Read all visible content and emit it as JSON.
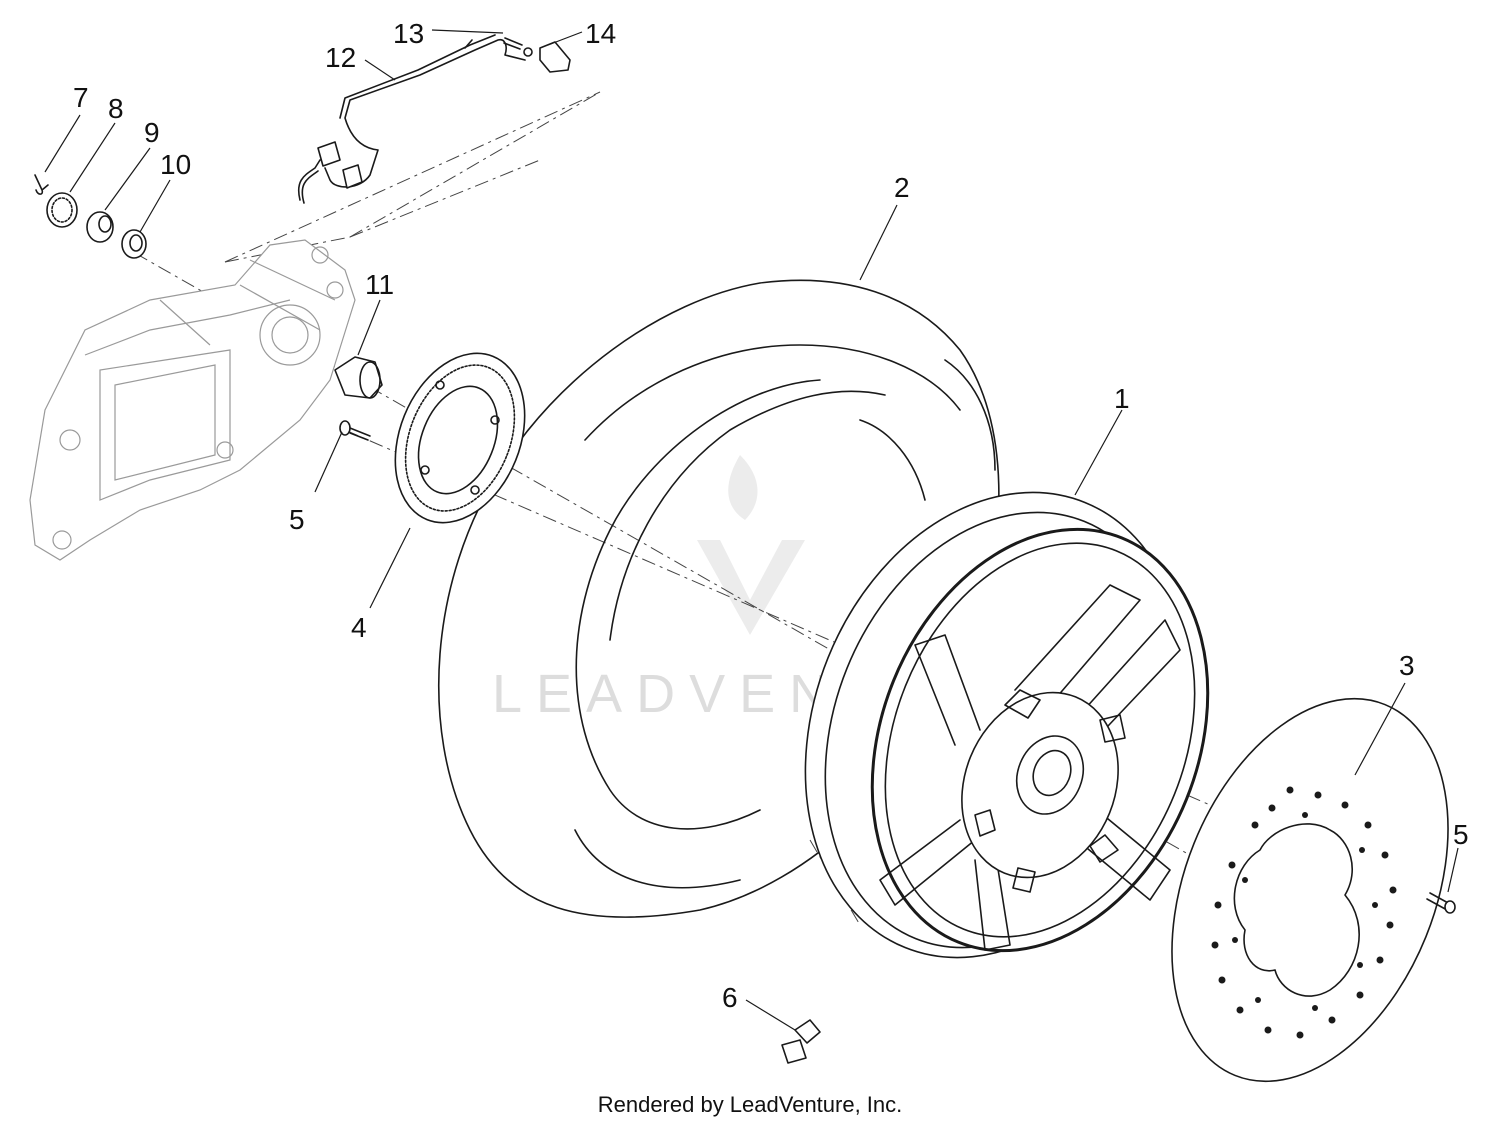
{
  "watermark": "LEADVENTURE",
  "footer": "Rendered by LeadVenture, Inc.",
  "callouts": [
    {
      "id": "c1",
      "label": "1"
    },
    {
      "id": "c2",
      "label": "2"
    },
    {
      "id": "c3",
      "label": "3"
    },
    {
      "id": "c4",
      "label": "4"
    },
    {
      "id": "c5a",
      "label": "5"
    },
    {
      "id": "c5b",
      "label": "5"
    },
    {
      "id": "c6",
      "label": "6"
    },
    {
      "id": "c7",
      "label": "7"
    },
    {
      "id": "c8",
      "label": "8"
    },
    {
      "id": "c9",
      "label": "9"
    },
    {
      "id": "c10",
      "label": "10"
    },
    {
      "id": "c11",
      "label": "11"
    },
    {
      "id": "c12",
      "label": "12"
    },
    {
      "id": "c13",
      "label": "13"
    },
    {
      "id": "c14",
      "label": "14"
    }
  ]
}
